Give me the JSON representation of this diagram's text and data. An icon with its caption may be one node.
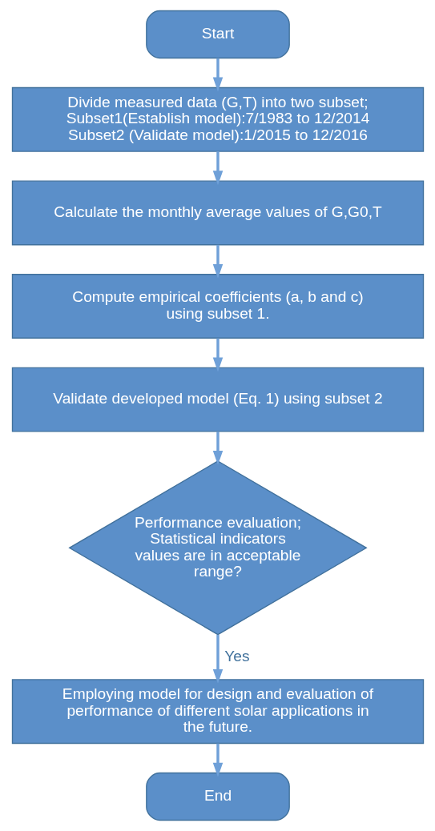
{
  "diagram": {
    "nodes": [
      {
        "text": [
          "Start"
        ]
      },
      {
        "text": [
          "Divide measured data (G,T) into two subset;",
          "Subset1(Establish model):7/1983 to 12/2014",
          "Subset2 (Validate model):1/2015 to 12/2016"
        ]
      },
      {
        "text": [
          "Calculate the monthly average values of G,G0,T"
        ]
      },
      {
        "text": [
          "Compute empirical coefficients (a, b and c) using subset 1."
        ]
      },
      {
        "text": [
          "Validate developed model (Eq. 1) using subset 2"
        ]
      },
      {
        "text": [
          "Performance evaluation; Statistical indicators values are in acceptable range?"
        ]
      },
      {
        "text": [
          "Employing model for design and evaluation of performance of different solar applications in the future."
        ]
      },
      {
        "text": [
          "End"
        ]
      }
    ],
    "edges": [
      {
        "from": 0,
        "to": 1,
        "arrow": "to"
      },
      {
        "from": 1,
        "to": 2,
        "arrow": "to"
      },
      {
        "from": 2,
        "to": 3,
        "arrow": "to"
      },
      {
        "from": 3,
        "to": 4,
        "arrow": "to"
      },
      {
        "from": 4,
        "to": 5,
        "arrow": "to"
      },
      {
        "from": 5,
        "to": 6,
        "arrow": "to",
        "label": "Yes"
      },
      {
        "from": 6,
        "to": 7,
        "arrow": "to"
      }
    ]
  }
}
